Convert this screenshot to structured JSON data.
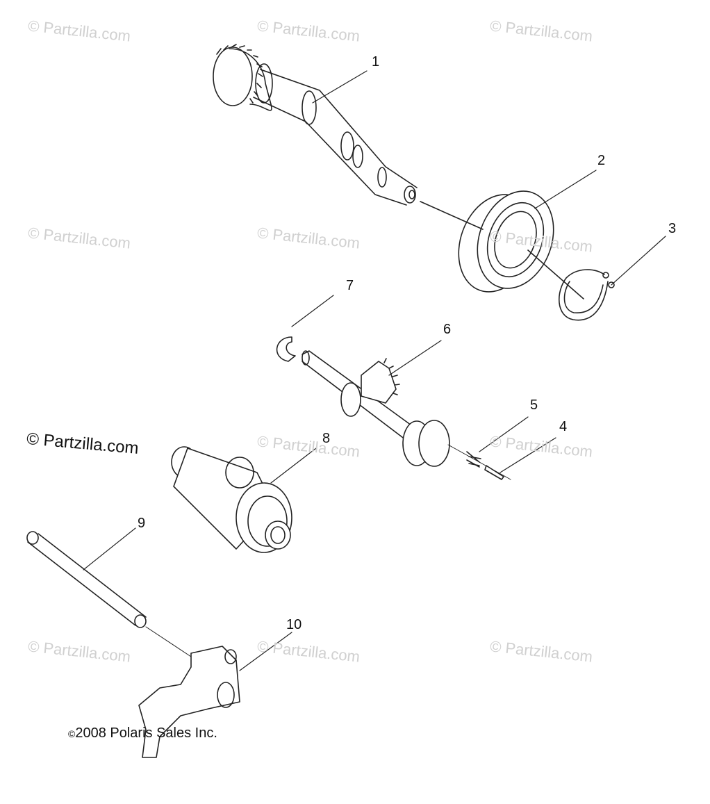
{
  "watermarks": {
    "faint": "© Partzilla.com",
    "main": "© Partzilla.com"
  },
  "callouts": [
    "1",
    "2",
    "3",
    "4",
    "5",
    "6",
    "7",
    "8",
    "9",
    "10"
  ],
  "footer": {
    "copyright_symbol": "©",
    "copyright_text": "2008 Polaris Sales Inc."
  },
  "colors": {
    "line": "#222222",
    "watermark": "#d0d0d0"
  }
}
